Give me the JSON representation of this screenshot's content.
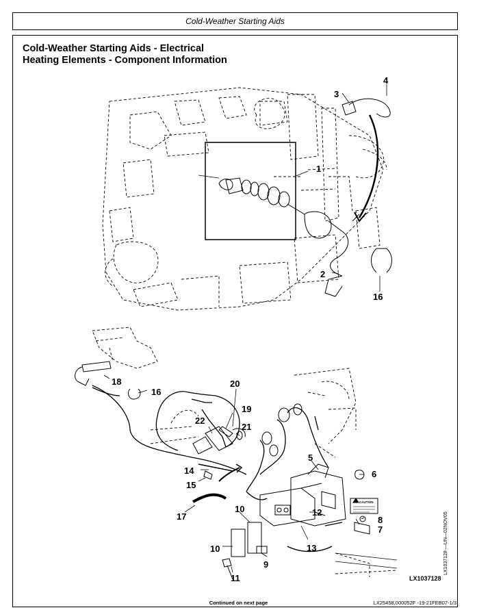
{
  "header": {
    "title": "Cold-Weather Starting Aids"
  },
  "section": {
    "title_line1": "Cold-Weather Starting Aids - Electrical",
    "title_line2": "Heating Elements - Component Information"
  },
  "figure": {
    "callouts": [
      "1",
      "2",
      "3",
      "4",
      "5",
      "6",
      "7",
      "8",
      "9",
      "10",
      "10",
      "11",
      "12",
      "13",
      "14",
      "15",
      "16",
      "16",
      "17",
      "18",
      "19",
      "20",
      "21",
      "22"
    ],
    "caution_label": "CAUTION",
    "figure_id": "LX1037128",
    "vertical_id": "LX1037128 —UN—02NOV05"
  },
  "footer": {
    "continued": "Continued on next page",
    "doc_ref": "LX25458,000052F -19-21FEB07-1/3"
  }
}
